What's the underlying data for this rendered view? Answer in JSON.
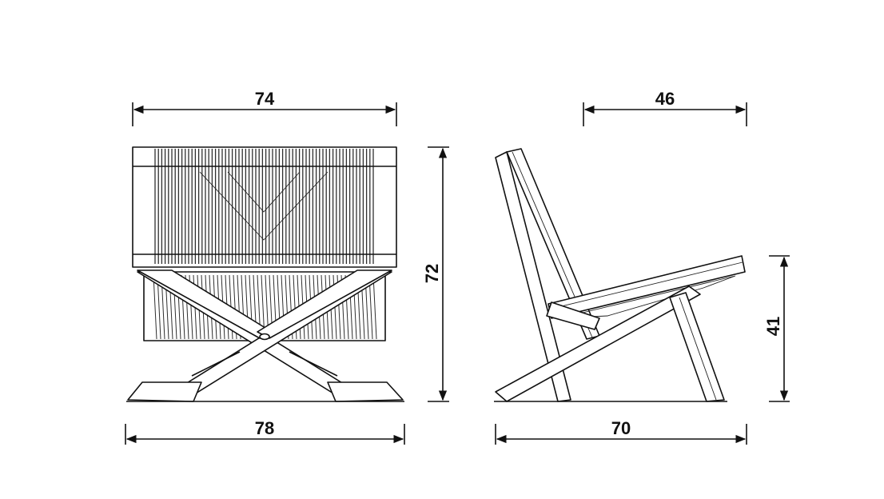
{
  "drawing": {
    "ink_color": "#111111",
    "background_color": "#ffffff",
    "cord_color": "#2f2f2f"
  },
  "dimensions": {
    "front_top_width": "74",
    "front_base_width": "78",
    "front_height": "72",
    "side_back_depth": "46",
    "side_base_depth": "70",
    "side_seat_height": "41"
  }
}
